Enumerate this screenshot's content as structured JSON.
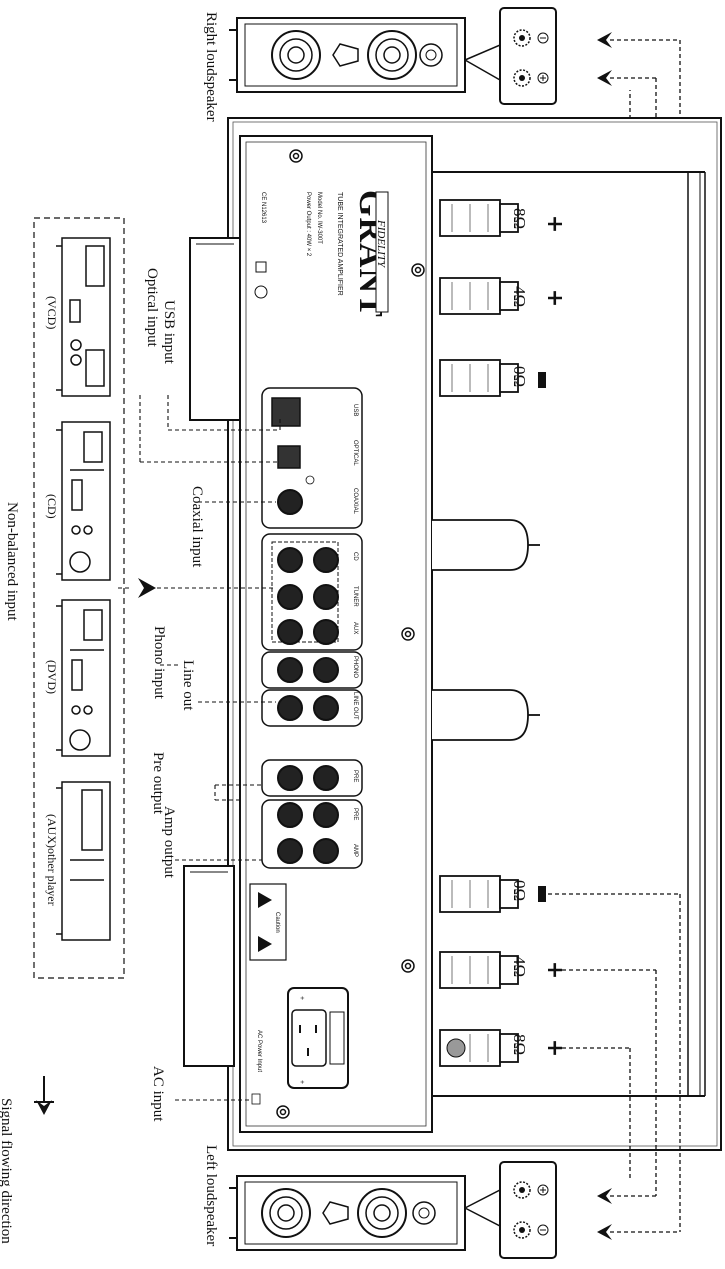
{
  "labels": {
    "right_loudspeaker": "Right loudspeaker",
    "left_loudspeaker": "Left loudspeaker",
    "usb_input": "USB input",
    "optical_input": "Optical input",
    "coaxial_input": "Coaxial input",
    "phono_input": "Phono input",
    "line_out": "Line out",
    "pre_output": "Pre output",
    "amp_output": "Amp output",
    "ac_input": "AC input",
    "non_balanced_input": "Non-balanced input",
    "signal_flowing_direction": "Signal flowing direction"
  },
  "devices": [
    "(VCD)",
    "(CD)",
    "(DVD)",
    "(AUX)other player"
  ],
  "panel": {
    "brand": "GRANT",
    "brand_sub": "FIDELITY",
    "product": "TUBE INTEGRATED AMPLIFIER",
    "model_line": "Model No.    IW-300T",
    "power_line": "Power Output : 40W × 2",
    "cert_line": "CE  N12613",
    "jack_labels": [
      "USB",
      "OPTICAL",
      "COAXIAL",
      "CD",
      "TUNER",
      "AUX",
      "PHONO",
      "LINE OUT",
      "PRE",
      "PRE",
      "AMP"
    ],
    "ac_label": "AC Power Input",
    "caution": "Caution"
  },
  "terminals": {
    "right": [
      {
        "ohm": "8Ω",
        "sign": "+"
      },
      {
        "ohm": "4Ω",
        "sign": "+"
      },
      {
        "ohm": "0Ω",
        "sign": "−"
      }
    ],
    "left": [
      {
        "ohm": "0Ω",
        "sign": "−"
      },
      {
        "ohm": "4Ω",
        "sign": "+"
      },
      {
        "ohm": "8Ω",
        "sign": "+"
      }
    ]
  },
  "speaker_terminal_marks": {
    "plus": "⊕",
    "minus": "⊖"
  }
}
